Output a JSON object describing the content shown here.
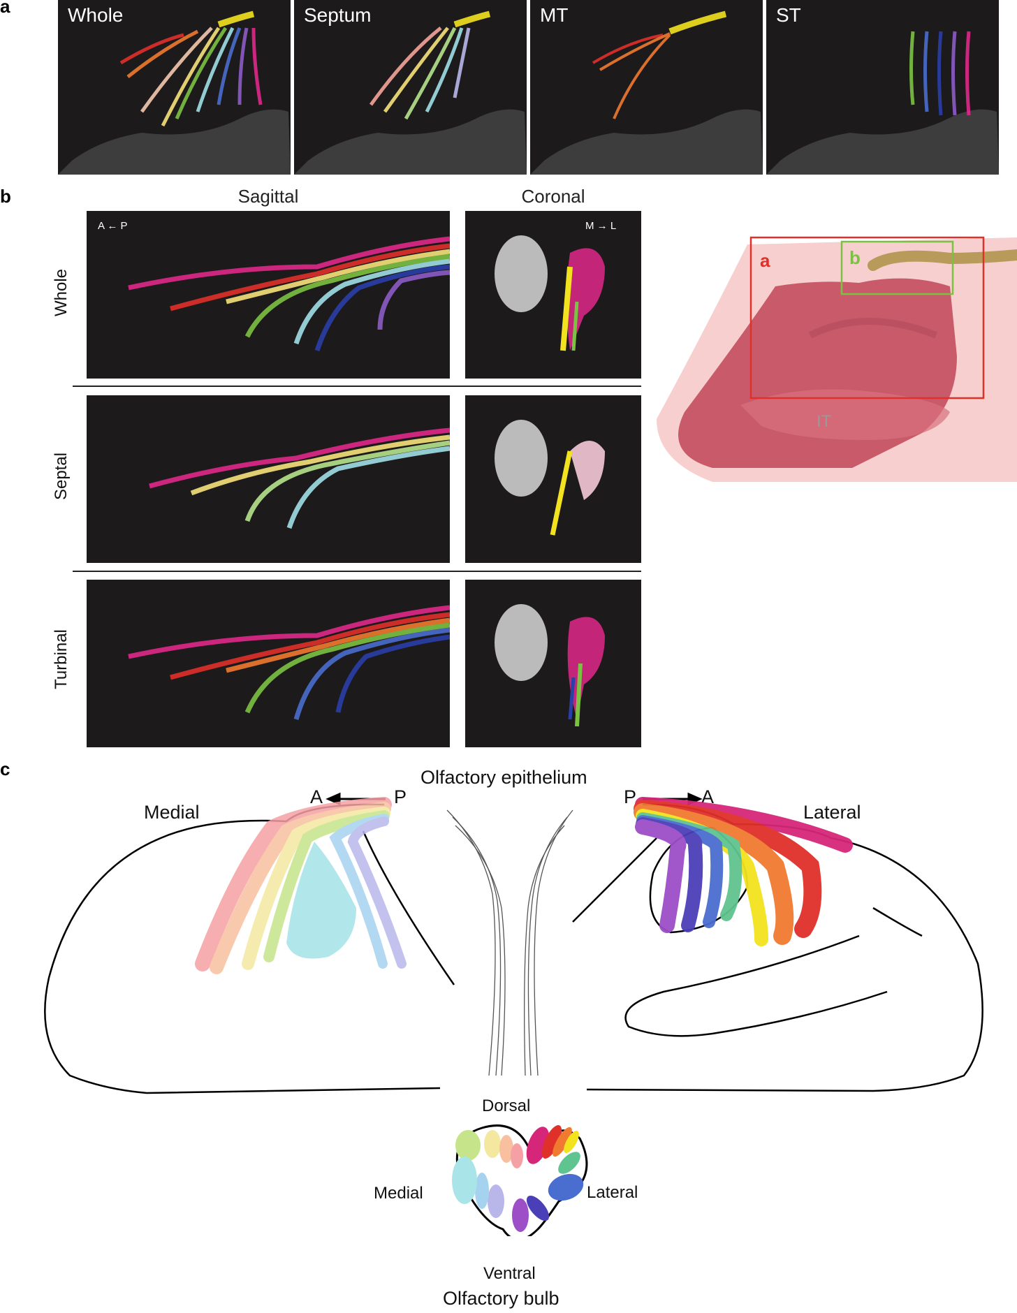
{
  "panel_a": {
    "letter": "a",
    "tiles": [
      {
        "label": "Whole"
      },
      {
        "label": "Septum"
      },
      {
        "label": "MT"
      },
      {
        "label": "ST"
      }
    ]
  },
  "panel_b": {
    "letter": "b",
    "col_sagittal": "Sagittal",
    "col_coronal": "Coronal",
    "orient_ap": "A ← P",
    "orient_ml": "M → L",
    "rows": [
      {
        "label": "Whole"
      },
      {
        "label": "Septal"
      },
      {
        "label": "Turbinal"
      }
    ]
  },
  "nose_diagram": {
    "box_a": "a",
    "box_b": "b",
    "turbinate": "IT",
    "colors": {
      "box_a": "#e0302a",
      "box_b": "#7cc242"
    }
  },
  "panel_c": {
    "letter": "c",
    "title": "Olfactory epithelium",
    "left_side": "Medial",
    "right_side": "Lateral",
    "left_arrow": {
      "from": "P",
      "to": "A"
    },
    "right_arrow": {
      "from": "P",
      "to": "A"
    },
    "bulb": {
      "title": "Olfactory bulb",
      "dorsal": "Dorsal",
      "ventral": "Ventral",
      "medial": "Medial",
      "lateral": "Lateral"
    }
  }
}
